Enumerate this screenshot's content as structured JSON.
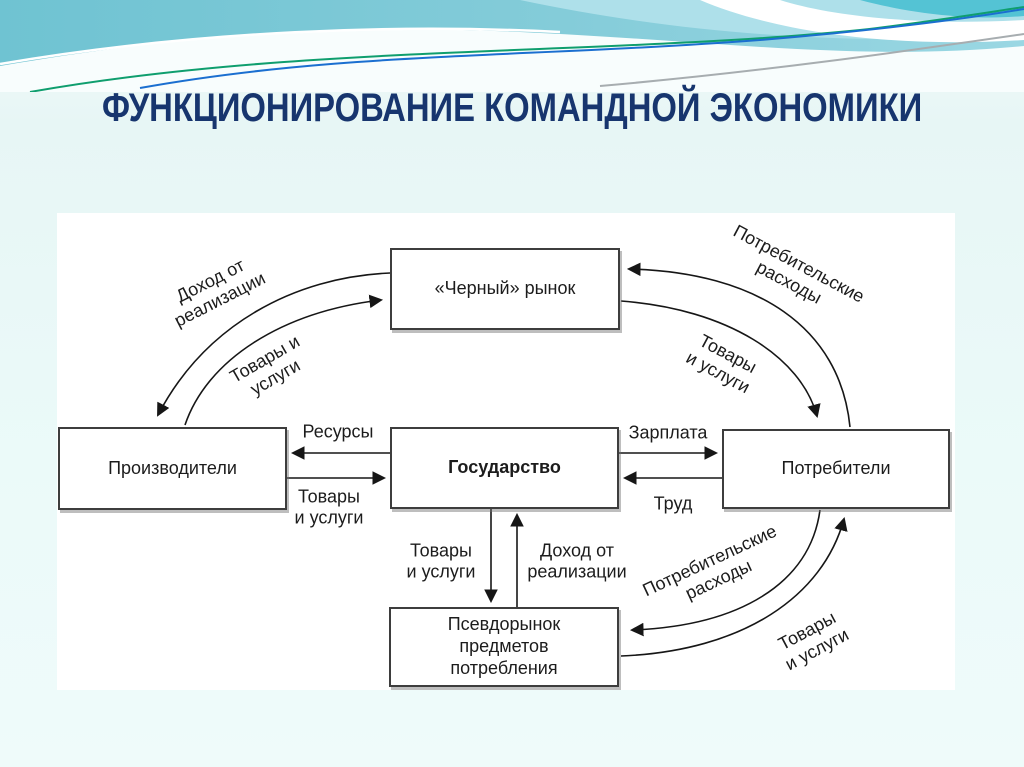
{
  "title": "ФУНКЦИОНИРОВАНИЕ КОМАНДНОЙ ЭКОНОМИКИ",
  "nodes": {
    "black_market": "«Черный» рынок",
    "producers": "Производители",
    "state": "Государство",
    "consumers": "Потребители",
    "pseudo_market": "Псевдорынок\nпредметов\nпотребления"
  },
  "edges": {
    "income_top": "Доход от\nреализации",
    "goods_top_left": "Товары и\nуслуги",
    "consumer_spending_top": "Потребительские\nрасходы",
    "goods_top_right": "Товары\nи услуги",
    "resources": "Ресурсы",
    "goods_mid_left": "Товары\nи услуги",
    "salary": "Зарплата",
    "labor": "Труд",
    "goods_mid_bottom": "Товары\nи услуги",
    "income_bottom": "Доход от\nреализации",
    "consumer_spending_bottom": "Потребительские\nрасходы",
    "goods_bottom_right": "Товары\nи услуги"
  },
  "colors": {
    "title_text": "#17356E",
    "slide_background": "#EAF8F7",
    "panel_background": "#FFFFFF",
    "diagram_line": "#161616",
    "header_sky": "#6FC3D2",
    "header_sky_light": "#97D6E2",
    "accent_green": "#0F9E6E",
    "accent_blue": "#1B6FD0",
    "accent_gray": "#A7ADB0"
  }
}
